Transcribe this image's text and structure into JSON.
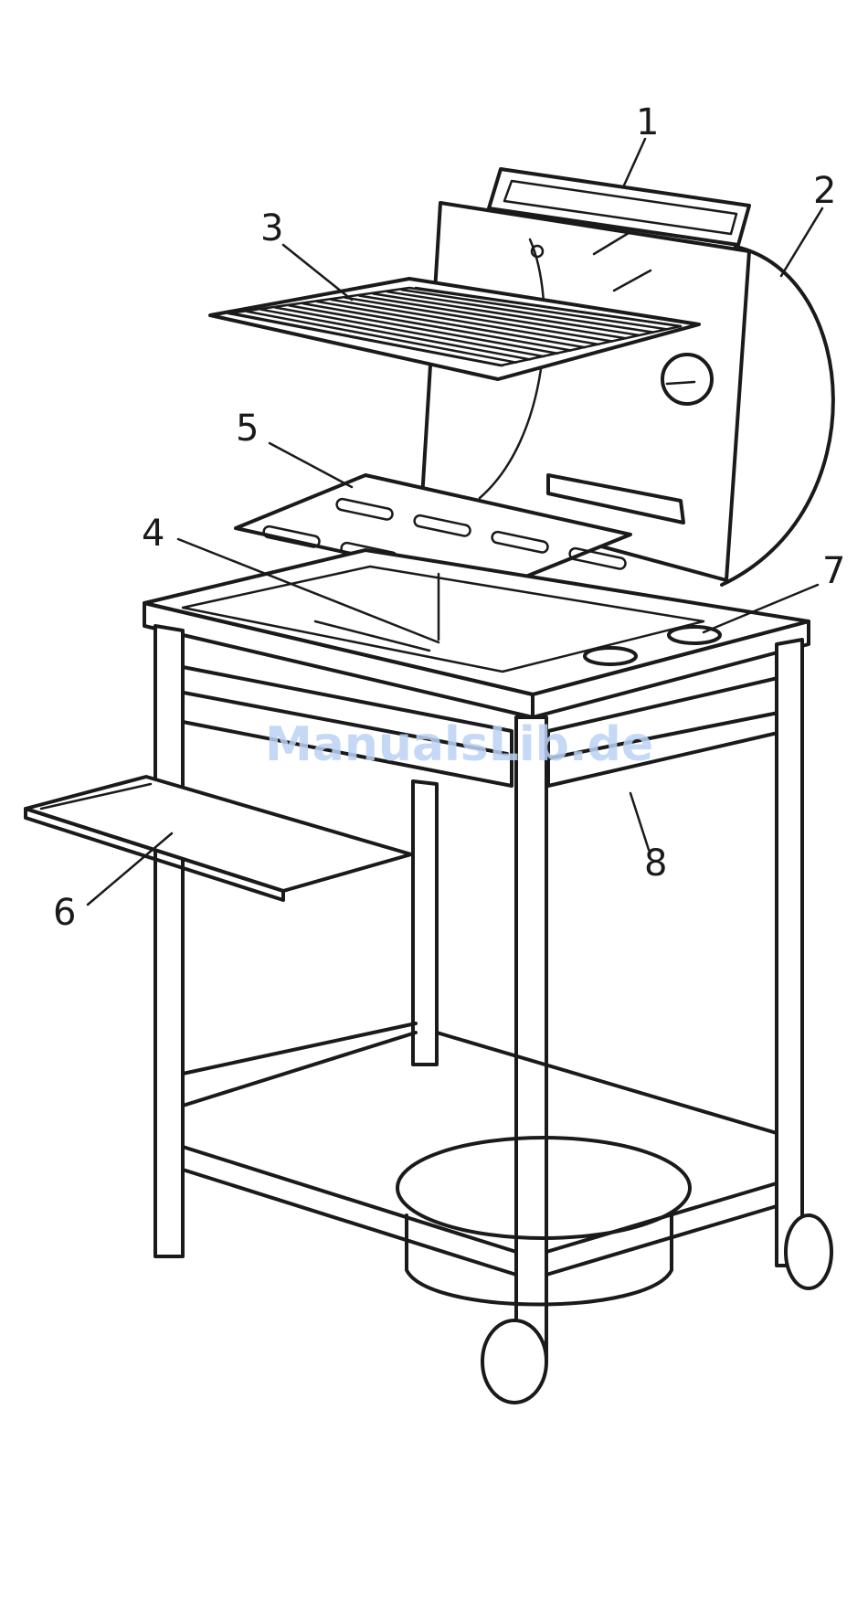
{
  "watermark": "ManualsLib.de",
  "callouts": [
    {
      "num": "1",
      "part": "lid-handle"
    },
    {
      "num": "2",
      "part": "lid"
    },
    {
      "num": "3",
      "part": "cooking-grate"
    },
    {
      "num": "4",
      "part": "burner"
    },
    {
      "num": "5",
      "part": "flame-tamer"
    },
    {
      "num": "6",
      "part": "side-shelf"
    },
    {
      "num": "7",
      "part": "cup-holder"
    },
    {
      "num": "8",
      "part": "front-panel"
    }
  ]
}
